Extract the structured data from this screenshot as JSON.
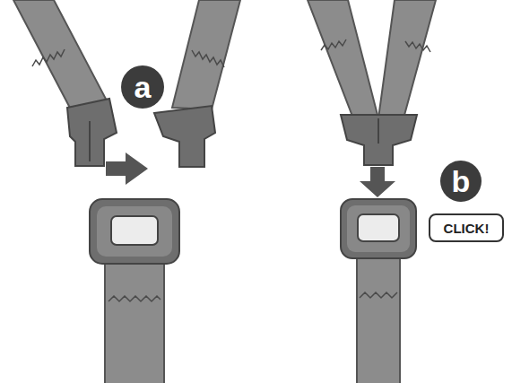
{
  "diagram": {
    "nodes": [
      {
        "text": [
          "a"
        ]
      },
      {
        "text": [
          "b"
        ]
      },
      {
        "text": [
          "CLICK!"
        ]
      }
    ]
  }
}
